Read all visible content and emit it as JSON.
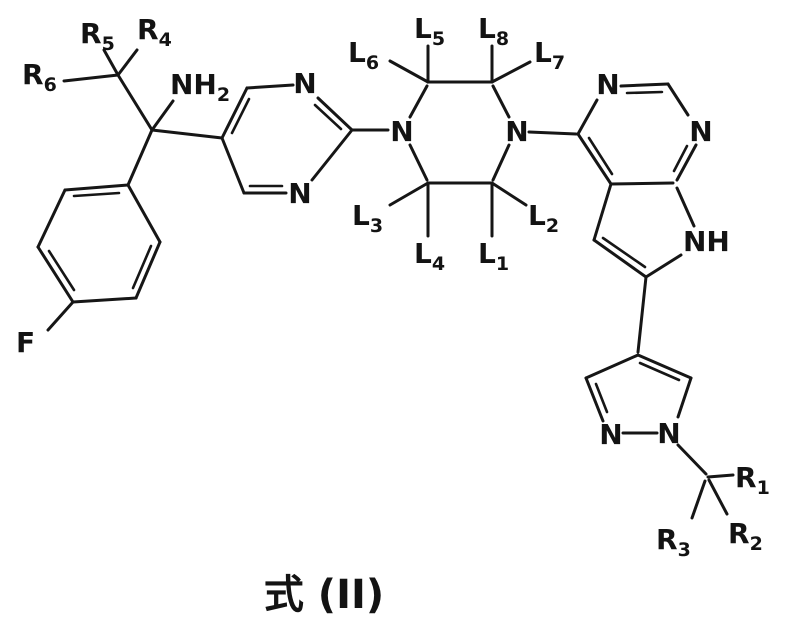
{
  "figure": {
    "caption": "式 (II)"
  },
  "labels": {
    "N": "N",
    "NH": "NH",
    "F": "F",
    "NH2": {
      "base": "NH",
      "sub": "2"
    },
    "R1": {
      "base": "R",
      "sub": "1"
    },
    "R2": {
      "base": "R",
      "sub": "2"
    },
    "R3": {
      "base": "R",
      "sub": "3"
    },
    "R4": {
      "base": "R",
      "sub": "4"
    },
    "R5": {
      "base": "R",
      "sub": "5"
    },
    "R6": {
      "base": "R",
      "sub": "6"
    },
    "L1": {
      "base": "L",
      "sub": "1"
    },
    "L2": {
      "base": "L",
      "sub": "2"
    },
    "L3": {
      "base": "L",
      "sub": "3"
    },
    "L4": {
      "base": "L",
      "sub": "4"
    },
    "L5": {
      "base": "L",
      "sub": "5"
    },
    "L6": {
      "base": "L",
      "sub": "6"
    },
    "L7": {
      "base": "L",
      "sub": "7"
    },
    "L8": {
      "base": "L",
      "sub": "8"
    }
  }
}
